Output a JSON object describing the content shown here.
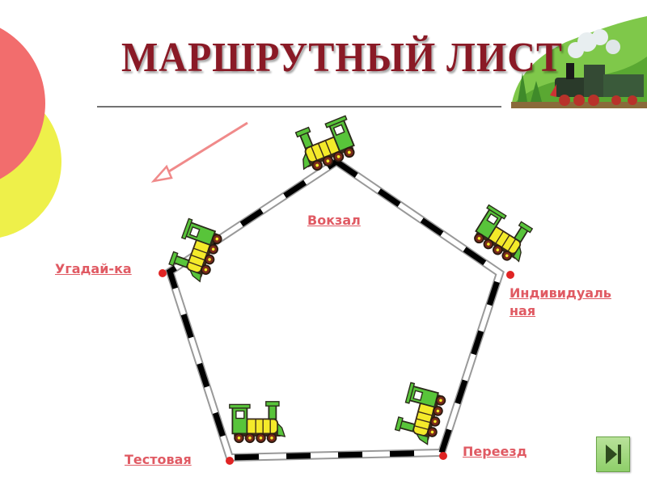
{
  "title": "МАРШРУТНЫЙ ЛИСТ",
  "stations": {
    "vokzal": "Вокзал",
    "ugadaika": "Угадай-ка",
    "individual": "Индивидуальная",
    "individual_line1": "Индивидуаль",
    "individual_line2": "ная",
    "testovaya": "Тестовая",
    "pereezd": "Переезд"
  },
  "colors": {
    "title": "#8a1a26",
    "link": "#e05a63",
    "circle_red": "#f26d6d",
    "circle_yellow": "#eef04a",
    "station_dot": "#e02424",
    "arrow": "#f08a8a",
    "next_button": "#9bd676"
  },
  "icons": {
    "train": "toy-train-icon",
    "next": "next-slide-icon",
    "arrow": "arrow-icon"
  }
}
